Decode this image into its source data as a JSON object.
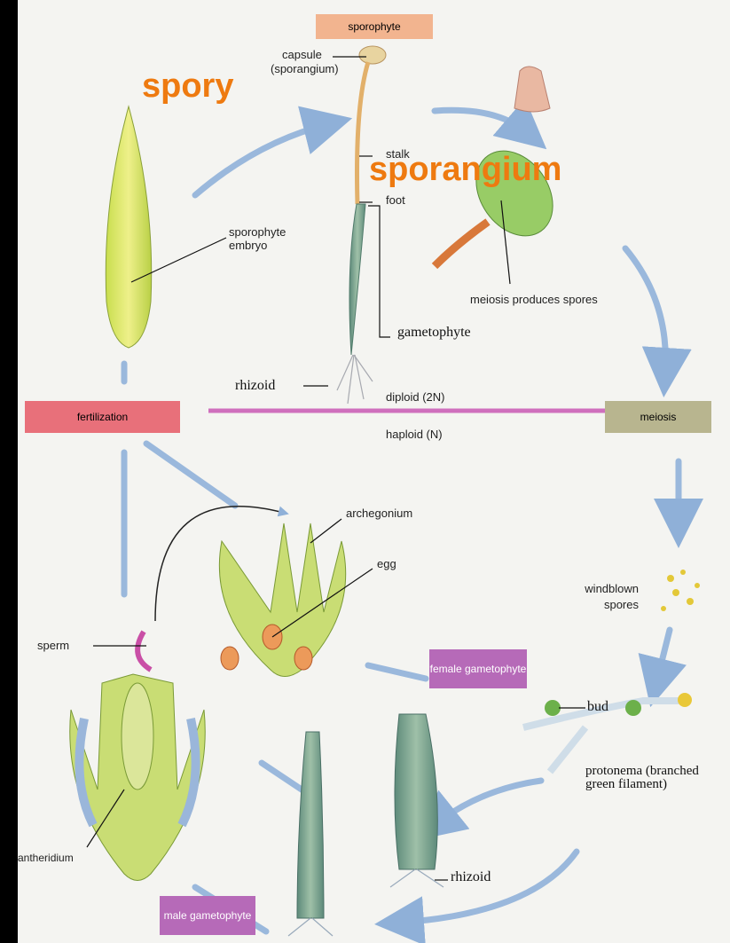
{
  "colors": {
    "sporophyte_box": "#f2b48f",
    "fertilization_box": "#e8707a",
    "meiosis_box": "#b8b58f",
    "gametophyte_box": "#b66ab8",
    "overlay_text": "#ee7a10",
    "arrow": "#8fb0d8"
  },
  "boxes": {
    "sporophyte": "sporophyte",
    "fertilization": "fertilization",
    "meiosis": "meiosis",
    "female_gametophyte": "female gametophyte",
    "male_gametophyte": "male gametophyte"
  },
  "labels": {
    "capsule": "capsule",
    "sporangium_paren": "(sporangium)",
    "stalk": "stalk",
    "foot": "foot",
    "gametophyte": "gametophyte",
    "sporophyte_embryo": "sporophyte embryo",
    "meiosis_produces_spores": "meiosis produces spores",
    "rhizoid_top": "rhizoid",
    "diploid": "diploid (2N)",
    "haploid": "haploid (N)",
    "archegonium": "archegonium",
    "egg": "egg",
    "sperm": "sperm",
    "windblown_spores": "windblown spores",
    "bud": "bud",
    "protonema": "protonema (branched green filament)",
    "antheridium": "antheridium",
    "rhizoid_bottom": "rhizoid"
  },
  "overlays": {
    "spory": "spory",
    "sporangium": "sporangium"
  }
}
